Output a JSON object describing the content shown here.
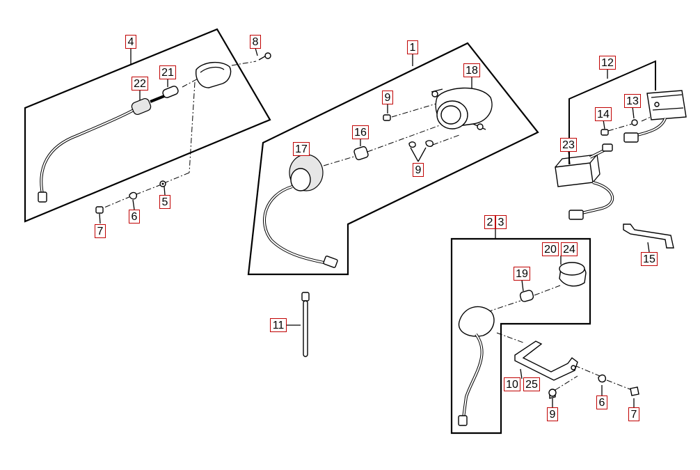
{
  "labels": {
    "l4": "4",
    "l8": "8",
    "l21": "21",
    "l22": "22",
    "l5": "5",
    "l6a": "6",
    "l7a": "7",
    "l1": "1",
    "l18": "18",
    "l9a": "9",
    "l16": "16",
    "l17": "17",
    "l9b": "9",
    "l12": "12",
    "l13": "13",
    "l14": "14",
    "l23": "23",
    "l15": "15",
    "l2": "2",
    "l3": "3",
    "l20": "20",
    "l24": "24",
    "l19": "19",
    "l10": "10",
    "l25": "25",
    "l9c": "9",
    "l6b": "6",
    "l7b": "7",
    "l11": "11"
  },
  "colors": {
    "label_border": "#c00000",
    "line": "#000000"
  }
}
